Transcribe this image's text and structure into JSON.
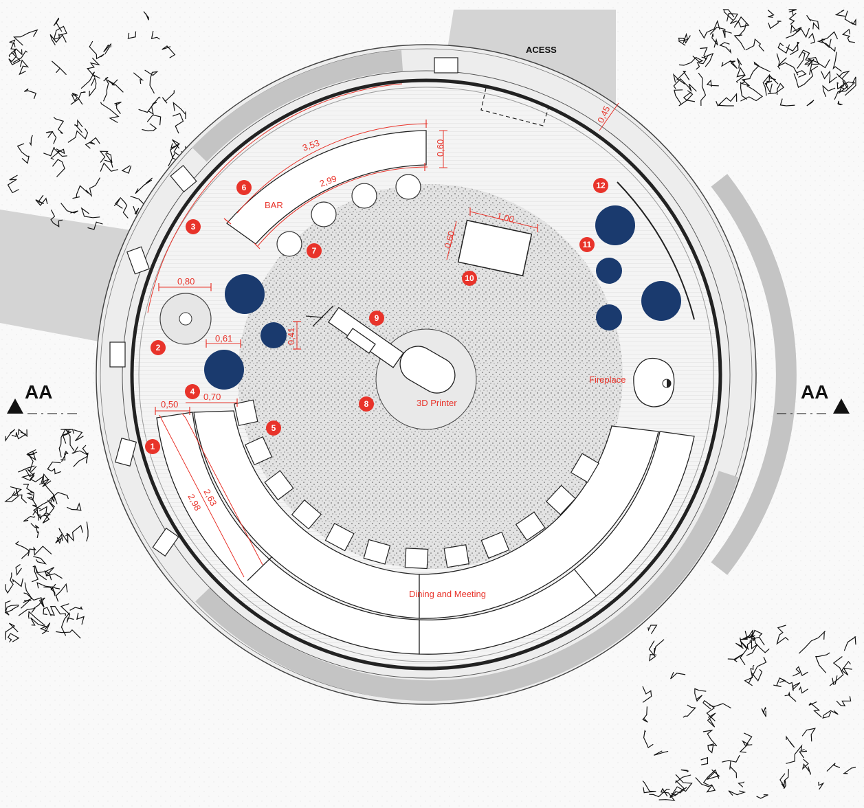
{
  "labels": {
    "access": "ACESS",
    "bar": "BAR",
    "fireplace": "Fireplace",
    "printer": "3D Printer",
    "dining": "Dining and Meeting",
    "section_left": "AA",
    "section_right": "AA"
  },
  "dimensions": {
    "d045": "0,45",
    "d353": "3,53",
    "d299": "2,99",
    "d060_bar": "0,60",
    "d100": "1,00",
    "d060_table": "0,60",
    "d080": "0,80",
    "d061": "0,61",
    "d041": "0,41",
    "d050": "0,50",
    "d070": "0,70",
    "d263": "2,63",
    "d298": "2,98"
  },
  "badges": [
    "1",
    "2",
    "3",
    "4",
    "5",
    "6",
    "7",
    "8",
    "9",
    "10",
    "11",
    "12"
  ],
  "colors": {
    "accent_red": "#e8332a",
    "navy": "#1a3a6e",
    "wall_grey": "#c9c9c9",
    "ring_grey": "#ededed"
  }
}
